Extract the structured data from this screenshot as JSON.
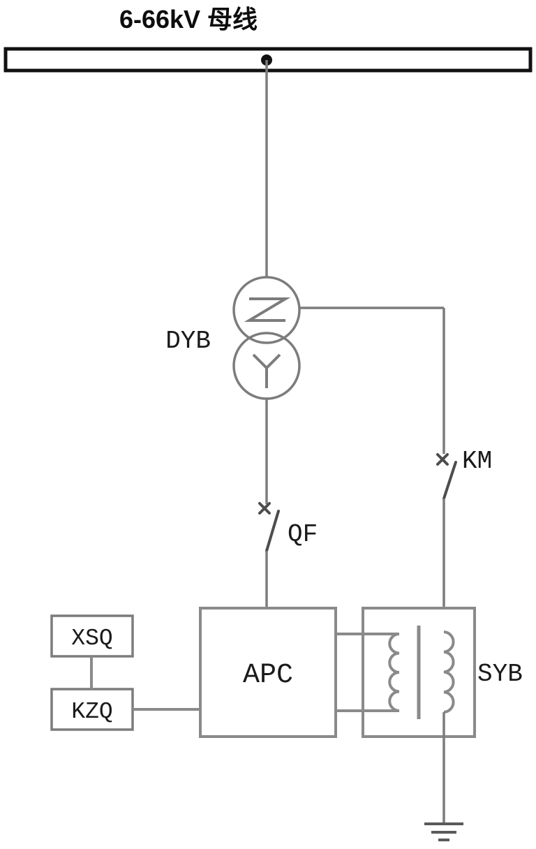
{
  "title": "6-66kV 母线",
  "components": {
    "grounding_transformer": "DYB",
    "breaker": "QF",
    "contactor": "KM",
    "apc_device": "APC",
    "display_unit": "XSQ",
    "control_unit": "KZQ",
    "bias_transformer": "SYB"
  },
  "colors": {
    "busbar_stroke": "#111111",
    "wire": "#7c7c7c",
    "box_border": "#8a8a8a",
    "switch": "#4d4d4d",
    "text": "#1a1a1a",
    "background": "#ffffff"
  }
}
